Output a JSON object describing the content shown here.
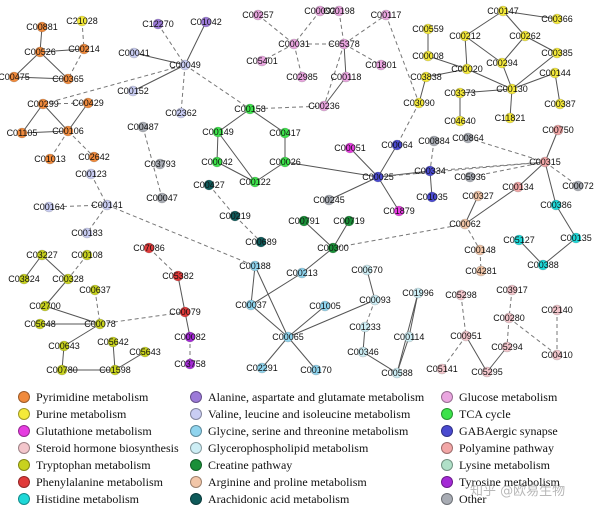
{
  "categories": {
    "pyr": {
      "label": "Pyrimidine metabolism",
      "color": "#f08a3c"
    },
    "pur": {
      "label": "Purine metabolism",
      "color": "#f5ea3a"
    },
    "glt": {
      "label": "Glutathione metabolism",
      "color": "#e63ce0"
    },
    "ste": {
      "label": "Steroid hormone biosynthesis",
      "color": "#f3c6cc"
    },
    "try": {
      "label": "Tryptophan metabolism",
      "color": "#c8d21e"
    },
    "phe": {
      "label": "Phenylalanine metabolism",
      "color": "#e03a3a"
    },
    "his": {
      "label": "Histidine metabolism",
      "color": "#1ed8d8"
    },
    "ala": {
      "label": "Alanine, aspartate and glutamate metabolism",
      "color": "#9c7ad8"
    },
    "val": {
      "label": "Valine, leucine and isoleucine metabolism",
      "color": "#c9cdf3"
    },
    "gly": {
      "label": "Glycine, serine and threonine metabolism",
      "color": "#8fd4ee"
    },
    "gph": {
      "label": "Glycerophospholipid metabolism",
      "color": "#cdeef5"
    },
    "cre": {
      "label": "Creatine pathway",
      "color": "#1a8f38"
    },
    "arg": {
      "label": "Arginine and proline metabolism",
      "color": "#f2c6a8"
    },
    "ara": {
      "label": "Arachidonic acid metabolism",
      "color": "#0e5a5a"
    },
    "glu": {
      "label": "Glucose metabolism",
      "color": "#eaa6e0"
    },
    "tca": {
      "label": "TCA cycle",
      "color": "#3ce24a"
    },
    "gab": {
      "label": "GABAergic synapse",
      "color": "#4a4ad0"
    },
    "pol": {
      "label": "Polyamine pathway",
      "color": "#f2a6a6"
    },
    "lys": {
      "label": "Lysine metabolism",
      "color": "#b0e0c8"
    },
    "tyr": {
      "label": "Tyrosine metabolism",
      "color": "#a42ad6"
    },
    "oth": {
      "label": "Other",
      "color": "#a8acb4"
    }
  },
  "legend_order": [
    "pyr",
    "pur",
    "glt",
    "ste",
    "try",
    "phe",
    "his",
    "ala",
    "val",
    "gly",
    "gph",
    "cre",
    "arg",
    "ara",
    "glu",
    "tca",
    "gab",
    "pol",
    "lys",
    "tyr",
    "oth"
  ],
  "nodes": [
    {
      "id": "C00881",
      "cat": "pyr"
    },
    {
      "id": "C21028",
      "cat": "pur"
    },
    {
      "id": "C00526",
      "cat": "pyr"
    },
    {
      "id": "C00214",
      "cat": "pyr"
    },
    {
      "id": "C00475",
      "cat": "pyr"
    },
    {
      "id": "C00365",
      "cat": "pyr"
    },
    {
      "id": "C00299",
      "cat": "pyr"
    },
    {
      "id": "C00429",
      "cat": "pyr"
    },
    {
      "id": "C01105",
      "cat": "pyr"
    },
    {
      "id": "C00106",
      "cat": "pyr"
    },
    {
      "id": "C01013",
      "cat": "pyr"
    },
    {
      "id": "C02642",
      "cat": "pyr"
    },
    {
      "id": "C12270",
      "cat": "ala"
    },
    {
      "id": "C01042",
      "cat": "ala"
    },
    {
      "id": "C00041",
      "cat": "val"
    },
    {
      "id": "C00049",
      "cat": "val"
    },
    {
      "id": "C00152",
      "cat": "val"
    },
    {
      "id": "C02362",
      "cat": "val"
    },
    {
      "id": "C00487",
      "cat": "oth"
    },
    {
      "id": "C03793",
      "cat": "oth"
    },
    {
      "id": "C00047",
      "cat": "oth"
    },
    {
      "id": "C00123",
      "cat": "val"
    },
    {
      "id": "C00164",
      "cat": "val"
    },
    {
      "id": "C00141",
      "cat": "val"
    },
    {
      "id": "C00183",
      "cat": "val"
    },
    {
      "id": "C00257",
      "cat": "glu"
    },
    {
      "id": "C00092",
      "cat": "glu"
    },
    {
      "id": "C00198",
      "cat": "glu"
    },
    {
      "id": "C00031",
      "cat": "glu"
    },
    {
      "id": "C05401",
      "cat": "glu"
    },
    {
      "id": "C02985",
      "cat": "glu"
    },
    {
      "id": "C05378",
      "cat": "glu"
    },
    {
      "id": "C00117",
      "cat": "glu"
    },
    {
      "id": "C00118",
      "cat": "glu"
    },
    {
      "id": "C01801",
      "cat": "glu"
    },
    {
      "id": "C00236",
      "cat": "glu"
    },
    {
      "id": "C00158",
      "cat": "tca"
    },
    {
      "id": "C00149",
      "cat": "tca"
    },
    {
      "id": "C00417",
      "cat": "tca"
    },
    {
      "id": "C00042",
      "cat": "tca"
    },
    {
      "id": "C00122",
      "cat": "tca"
    },
    {
      "id": "C00026",
      "cat": "tca"
    },
    {
      "id": "C00559",
      "cat": "pur"
    },
    {
      "id": "C00008",
      "cat": "pur"
    },
    {
      "id": "C00147",
      "cat": "pur"
    },
    {
      "id": "C00212",
      "cat": "pur"
    },
    {
      "id": "C00262",
      "cat": "pur"
    },
    {
      "id": "C00366",
      "cat": "pur"
    },
    {
      "id": "C00020",
      "cat": "pur"
    },
    {
      "id": "C00294",
      "cat": "pur"
    },
    {
      "id": "C00385",
      "cat": "pur"
    },
    {
      "id": "C03838",
      "cat": "pur"
    },
    {
      "id": "C00144",
      "cat": "pur"
    },
    {
      "id": "C03373",
      "cat": "pur"
    },
    {
      "id": "C00130",
      "cat": "pur"
    },
    {
      "id": "C03090",
      "cat": "pur"
    },
    {
      "id": "C00387",
      "cat": "pur"
    },
    {
      "id": "C04640",
      "cat": "pur"
    },
    {
      "id": "C11821",
      "cat": "pur"
    },
    {
      "id": "C00051",
      "cat": "glt"
    },
    {
      "id": "C00064",
      "cat": "gab"
    },
    {
      "id": "C00884",
      "cat": "oth"
    },
    {
      "id": "C00025",
      "cat": "gab"
    },
    {
      "id": "C00334",
      "cat": "gab"
    },
    {
      "id": "C00750",
      "cat": "pol"
    },
    {
      "id": "C00864",
      "cat": "oth"
    },
    {
      "id": "C00315",
      "cat": "pol"
    },
    {
      "id": "C05936",
      "cat": "oth"
    },
    {
      "id": "C00072",
      "cat": "oth"
    },
    {
      "id": "C00134",
      "cat": "pol"
    },
    {
      "id": "C00245",
      "cat": "oth"
    },
    {
      "id": "C01879",
      "cat": "glt"
    },
    {
      "id": "C01035",
      "cat": "gab"
    },
    {
      "id": "C00327",
      "cat": "arg"
    },
    {
      "id": "C00386",
      "cat": "his"
    },
    {
      "id": "C00427",
      "cat": "ara"
    },
    {
      "id": "C00219",
      "cat": "ara"
    },
    {
      "id": "C00689",
      "cat": "ara"
    },
    {
      "id": "C00791",
      "cat": "cre"
    },
    {
      "id": "C00719",
      "cat": "cre"
    },
    {
      "id": "C00300",
      "cat": "cre"
    },
    {
      "id": "C00062",
      "cat": "arg"
    },
    {
      "id": "C05127",
      "cat": "his"
    },
    {
      "id": "C00135",
      "cat": "his"
    },
    {
      "id": "C00148",
      "cat": "arg"
    },
    {
      "id": "C00388",
      "cat": "his"
    },
    {
      "id": "C04281",
      "cat": "arg"
    },
    {
      "id": "C03227",
      "cat": "try"
    },
    {
      "id": "C00108",
      "cat": "try"
    },
    {
      "id": "C07086",
      "cat": "phe"
    },
    {
      "id": "C03824",
      "cat": "try"
    },
    {
      "id": "C00328",
      "cat": "try"
    },
    {
      "id": "C05382",
      "cat": "phe"
    },
    {
      "id": "C00637",
      "cat": "try"
    },
    {
      "id": "C00188",
      "cat": "gly"
    },
    {
      "id": "C00213",
      "cat": "gly"
    },
    {
      "id": "C00670",
      "cat": "gph"
    },
    {
      "id": "C02700",
      "cat": "try"
    },
    {
      "id": "C00037",
      "cat": "gly"
    },
    {
      "id": "C01005",
      "cat": "gly"
    },
    {
      "id": "C00093",
      "cat": "gph"
    },
    {
      "id": "C01996",
      "cat": "gph"
    },
    {
      "id": "C05298",
      "cat": "ste"
    },
    {
      "id": "C03917",
      "cat": "ste"
    },
    {
      "id": "C05648",
      "cat": "try"
    },
    {
      "id": "C00078",
      "cat": "try"
    },
    {
      "id": "C00079",
      "cat": "phe"
    },
    {
      "id": "C00280",
      "cat": "ste"
    },
    {
      "id": "C02140",
      "cat": "ste"
    },
    {
      "id": "C01233",
      "cat": "gph"
    },
    {
      "id": "C00082",
      "cat": "tyr"
    },
    {
      "id": "C00643",
      "cat": "try"
    },
    {
      "id": "C05642",
      "cat": "try"
    },
    {
      "id": "C00065",
      "cat": "gly"
    },
    {
      "id": "C00114",
      "cat": "gph"
    },
    {
      "id": "C00951",
      "cat": "ste"
    },
    {
      "id": "C00346",
      "cat": "gph"
    },
    {
      "id": "C05294",
      "cat": "ste"
    },
    {
      "id": "C00410",
      "cat": "ste"
    },
    {
      "id": "C05643",
      "cat": "try"
    },
    {
      "id": "C03758",
      "cat": "tyr"
    },
    {
      "id": "C00780",
      "cat": "try"
    },
    {
      "id": "C01598",
      "cat": "try"
    },
    {
      "id": "C02291",
      "cat": "gly"
    },
    {
      "id": "C00170",
      "cat": "gly"
    },
    {
      "id": "C00588",
      "cat": "gph"
    },
    {
      "id": "C05141",
      "cat": "ste"
    },
    {
      "id": "C05295",
      "cat": "ste"
    }
  ],
  "edges": [
    [
      "C00881",
      "C00526",
      "s"
    ],
    [
      "C21028",
      "C00214",
      "d"
    ],
    [
      "C00526",
      "C00214",
      "s"
    ],
    [
      "C00526",
      "C00365",
      "s"
    ],
    [
      "C00475",
      "C00365",
      "s"
    ],
    [
      "C00214",
      "C00365",
      "d"
    ],
    [
      "C00526",
      "C00475",
      "s"
    ],
    [
      "C00299",
      "C00429",
      "d"
    ],
    [
      "C00299",
      "C01105",
      "s"
    ],
    [
      "C00299",
      "C00106",
      "s"
    ],
    [
      "C00429",
      "C00106",
      "s"
    ],
    [
      "C01105",
      "C00106",
      "s"
    ],
    [
      "C00106",
      "C01013",
      "d"
    ],
    [
      "C00106",
      "C02642",
      "d"
    ],
    [
      "C00299",
      "C00049",
      "d"
    ],
    [
      "C12270",
      "C00049",
      "d"
    ],
    [
      "C01042",
      "C00049",
      "s"
    ],
    [
      "C00041",
      "C00049",
      "s"
    ],
    [
      "C00049",
      "C00152",
      "s"
    ],
    [
      "C00049",
      "C02362",
      "d"
    ],
    [
      "C00049",
      "C00158",
      "d"
    ],
    [
      "C00487",
      "C00047",
      "d"
    ],
    [
      "C00123",
      "C00141",
      "d"
    ],
    [
      "C00164",
      "C00141",
      "d"
    ],
    [
      "C00141",
      "C00183",
      "d"
    ],
    [
      "C00141",
      "C00188",
      "d"
    ],
    [
      "C00257",
      "C00031",
      "d"
    ],
    [
      "C00092",
      "C00031",
      "d"
    ],
    [
      "C00198",
      "C05378",
      "d"
    ],
    [
      "C00031",
      "C05401",
      "d"
    ],
    [
      "C00031",
      "C02985",
      "d"
    ],
    [
      "C00031",
      "C05378",
      "d"
    ],
    [
      "C05378",
      "C00117",
      "d"
    ],
    [
      "C05378",
      "C00118",
      "s"
    ],
    [
      "C05378",
      "C01801",
      "d"
    ],
    [
      "C05378",
      "C00236",
      "d"
    ],
    [
      "C00118",
      "C00236",
      "s"
    ],
    [
      "C00236",
      "C00158",
      "d"
    ],
    [
      "C00158",
      "C00149",
      "s"
    ],
    [
      "C00158",
      "C00417",
      "s"
    ],
    [
      "C00149",
      "C00042",
      "s"
    ],
    [
      "C00042",
      "C00122",
      "s"
    ],
    [
      "C00149",
      "C00122",
      "s"
    ],
    [
      "C00122",
      "C00026",
      "s"
    ],
    [
      "C00417",
      "C00026",
      "s"
    ],
    [
      "C00026",
      "C00025",
      "s"
    ],
    [
      "C00117",
      "C03090",
      "d"
    ],
    [
      "C00559",
      "C00008",
      "s"
    ],
    [
      "C00147",
      "C00212",
      "s"
    ],
    [
      "C00147",
      "C00262",
      "s"
    ],
    [
      "C00147",
      "C00366",
      "s"
    ],
    [
      "C00212",
      "C00020",
      "s"
    ],
    [
      "C00212",
      "C00294",
      "s"
    ],
    [
      "C00262",
      "C00294",
      "s"
    ],
    [
      "C00262",
      "C00385",
      "s"
    ],
    [
      "C00008",
      "C00020",
      "s"
    ],
    [
      "C00020",
      "C00130",
      "s"
    ],
    [
      "C00294",
      "C00130",
      "s"
    ],
    [
      "C00385",
      "C00130",
      "s"
    ],
    [
      "C00144",
      "C00130",
      "s"
    ],
    [
      "C00144",
      "C00387",
      "s"
    ],
    [
      "C03373",
      "C00130",
      "s"
    ],
    [
      "C00130",
      "C11821",
      "s"
    ],
    [
      "C03373",
      "C04640",
      "s"
    ],
    [
      "C03838",
      "C03090",
      "s"
    ],
    [
      "C03838",
      "C00020",
      "s"
    ],
    [
      "C03090",
      "C00064",
      "d"
    ],
    [
      "C00064",
      "C00025",
      "s"
    ],
    [
      "C00051",
      "C00025",
      "s"
    ],
    [
      "C00025",
      "C00334",
      "s"
    ],
    [
      "C00884",
      "C00334",
      "d"
    ],
    [
      "C00334",
      "C01035",
      "s"
    ],
    [
      "C00025",
      "C01879",
      "s"
    ],
    [
      "C00025",
      "C00245",
      "s"
    ],
    [
      "C00025",
      "C00315",
      "d"
    ],
    [
      "C00334",
      "C00315",
      "d"
    ],
    [
      "C00864",
      "C00315",
      "d"
    ],
    [
      "C00750",
      "C00315",
      "s"
    ],
    [
      "C00315",
      "C05936",
      "d"
    ],
    [
      "C00315",
      "C00072",
      "d"
    ],
    [
      "C00315",
      "C00134",
      "s"
    ],
    [
      "C00134",
      "C00062",
      "s"
    ],
    [
      "C00327",
      "C00062",
      "s"
    ],
    [
      "C00062",
      "C00148",
      "d"
    ],
    [
      "C00148",
      "C04281",
      "d"
    ],
    [
      "C00062",
      "C00300",
      "d"
    ],
    [
      "C00315",
      "C00386",
      "s"
    ],
    [
      "C00386",
      "C00135",
      "s"
    ],
    [
      "C00135",
      "C00388",
      "s"
    ],
    [
      "C05127",
      "C00388",
      "s"
    ],
    [
      "C00427",
      "C00219",
      "d"
    ],
    [
      "C00219",
      "C00689",
      "d"
    ],
    [
      "C00791",
      "C00300",
      "s"
    ],
    [
      "C00719",
      "C00300",
      "s"
    ],
    [
      "C00300",
      "C00213",
      "s"
    ],
    [
      "C00213",
      "C00037",
      "s"
    ],
    [
      "C00188",
      "C00037",
      "s"
    ],
    [
      "C00188",
      "C00065",
      "s"
    ],
    [
      "C00037",
      "C00065",
      "s"
    ],
    [
      "C01005",
      "C00065",
      "s"
    ],
    [
      "C00065",
      "C02291",
      "s"
    ],
    [
      "C00065",
      "C00170",
      "s"
    ],
    [
      "C00065",
      "C00093",
      "s"
    ],
    [
      "C00670",
      "C00093",
      "s"
    ],
    [
      "C00093",
      "C01233",
      "d"
    ],
    [
      "C01233",
      "C00346",
      "s"
    ],
    [
      "C00346",
      "C00588",
      "s"
    ],
    [
      "C01996",
      "C00114",
      "s"
    ],
    [
      "C00114",
      "C00588",
      "s"
    ],
    [
      "C00588",
      "C01996",
      "s"
    ],
    [
      "C03227",
      "C03824",
      "s"
    ],
    [
      "C03227",
      "C00328",
      "s"
    ],
    [
      "C00108",
      "C00328",
      "d"
    ],
    [
      "C00328",
      "C02700",
      "s"
    ],
    [
      "C00637",
      "C00078",
      "d"
    ],
    [
      "C02700",
      "C00078",
      "s"
    ],
    [
      "C00078",
      "C05648",
      "s"
    ],
    [
      "C00078",
      "C00643",
      "s"
    ],
    [
      "C00643",
      "C00780",
      "s"
    ],
    [
      "C00780",
      "C01598",
      "s"
    ],
    [
      "C05642",
      "C01598",
      "s"
    ],
    [
      "C05643",
      "C01598",
      "s"
    ],
    [
      "C00078",
      "C00079",
      "d"
    ],
    [
      "C07086",
      "C05382",
      "d"
    ],
    [
      "C05382",
      "C00079",
      "s"
    ],
    [
      "C00079",
      "C00082",
      "s"
    ],
    [
      "C00082",
      "C03758",
      "d"
    ],
    [
      "C05298",
      "C00951",
      "d"
    ],
    [
      "C00951",
      "C05141",
      "d"
    ],
    [
      "C00951",
      "C05295",
      "s"
    ],
    [
      "C03917",
      "C00280",
      "d"
    ],
    [
      "C00280",
      "C05294",
      "d"
    ],
    [
      "C05294",
      "C05295",
      "s"
    ],
    [
      "C02140",
      "C00410",
      "d"
    ],
    [
      "C00280",
      "C00410",
      "d"
    ]
  ],
  "watermark": "知乎 @欧易生物"
}
